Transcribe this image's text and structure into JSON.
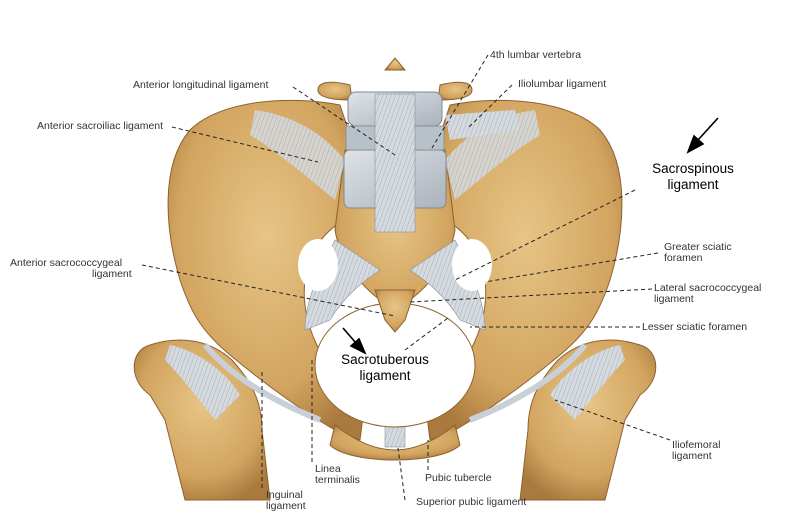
{
  "labels": {
    "fourth_lumbar": "4th lumbar vertebra",
    "ant_long_lig": "Anterior longitudinal ligament",
    "iliolumbar_lig": "Iliolumbar ligament",
    "ant_sacroiliac_lig": "Anterior sacroiliac ligament",
    "sacrospinous_1": "Sacrospinous",
    "sacrospinous_2": "ligament",
    "greater_sciatic_1": "Greater sciatic",
    "greater_sciatic_2": "foramen",
    "ant_sacrococcygeal_1": "Anterior sacrococcygeal",
    "ant_sacrococcygeal_2": "ligament",
    "lat_sacrococcygeal_1": "Lateral sacrococcygeal",
    "lat_sacrococcygeal_2": "ligament",
    "lesser_sciatic": "Lesser sciatic foramen",
    "sacrotuberous_1": "Sacrotuberous",
    "sacrotuberous_2": "ligament",
    "iliofemoral_1": "Iliofemoral",
    "iliofemoral_2": "ligament",
    "linea_1": "Linea",
    "linea_2": "terminalis",
    "pubic_tubercle": "Pubic tubercle",
    "inguinal_1": "Inguinal",
    "inguinal_2": "ligament",
    "sup_pubic_lig": "Superior pubic ligament"
  },
  "colors": {
    "bone": "#d8ad6a",
    "bone_dark": "#a9793d",
    "ligament": "#c9cfd6",
    "leader": "#222222"
  }
}
